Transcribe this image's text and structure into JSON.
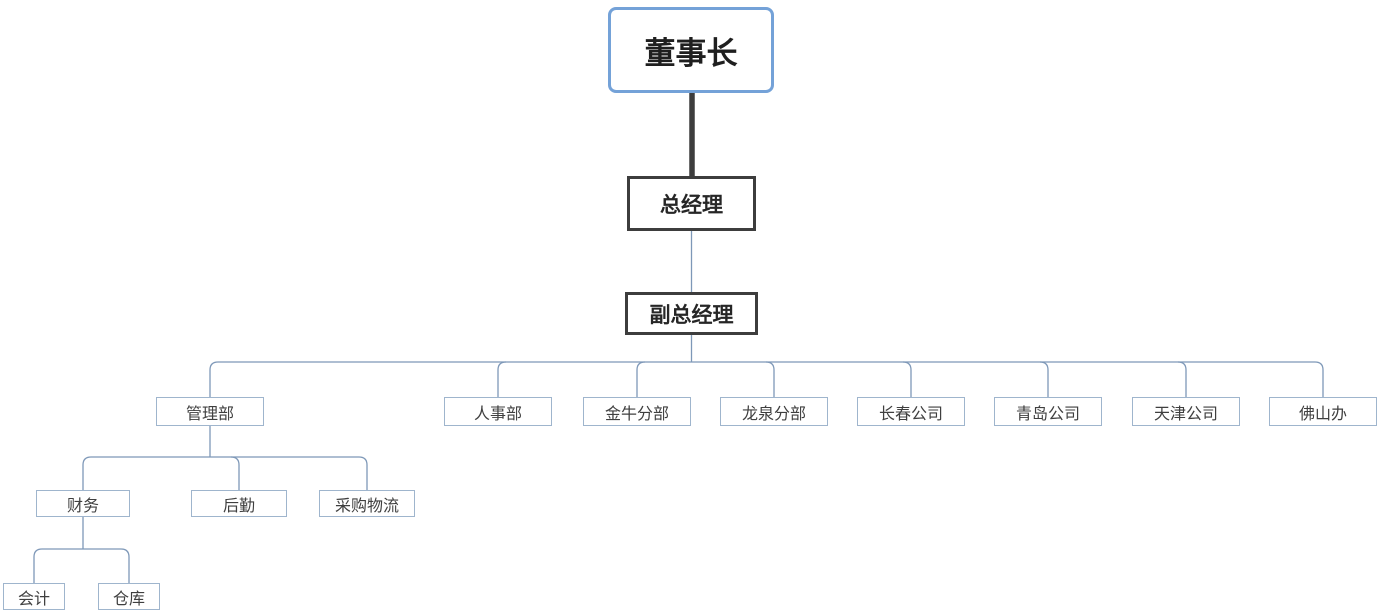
{
  "diagram": {
    "type": "org-chart",
    "nodes": {
      "chairman": {
        "label": "董事长"
      },
      "general_manager": {
        "label": "总经理"
      },
      "deputy_general_manager": {
        "label": "副总经理"
      },
      "management_dept": {
        "label": "管理部"
      },
      "hr_dept": {
        "label": "人事部"
      },
      "jinniu_branch": {
        "label": "金牛分部"
      },
      "longquan_branch": {
        "label": "龙泉分部"
      },
      "changchun_company": {
        "label": "长春公司"
      },
      "qingdao_company": {
        "label": "青岛公司"
      },
      "tianjin_company": {
        "label": "天津公司"
      },
      "foshan_office": {
        "label": "佛山办"
      },
      "finance": {
        "label": "财务"
      },
      "logistics": {
        "label": "后勤"
      },
      "procurement_logistics": {
        "label": "采购物流"
      },
      "accounting": {
        "label": "会计"
      },
      "warehouse": {
        "label": "仓库"
      }
    },
    "hierarchy": [
      {
        "parent": "chairman",
        "child": "general_manager"
      },
      {
        "parent": "general_manager",
        "child": "deputy_general_manager"
      },
      {
        "parent": "deputy_general_manager",
        "child": "management_dept"
      },
      {
        "parent": "deputy_general_manager",
        "child": "hr_dept"
      },
      {
        "parent": "deputy_general_manager",
        "child": "jinniu_branch"
      },
      {
        "parent": "deputy_general_manager",
        "child": "longquan_branch"
      },
      {
        "parent": "deputy_general_manager",
        "child": "changchun_company"
      },
      {
        "parent": "deputy_general_manager",
        "child": "qingdao_company"
      },
      {
        "parent": "deputy_general_manager",
        "child": "tianjin_company"
      },
      {
        "parent": "deputy_general_manager",
        "child": "foshan_office"
      },
      {
        "parent": "management_dept",
        "child": "finance"
      },
      {
        "parent": "management_dept",
        "child": "logistics"
      },
      {
        "parent": "management_dept",
        "child": "procurement_logistics"
      },
      {
        "parent": "finance",
        "child": "accounting"
      },
      {
        "parent": "finance",
        "child": "warehouse"
      }
    ],
    "colors": {
      "chairman_border": "#74a2d8",
      "manager_border": "#3d3d3d",
      "node_border": "#9fb5cd",
      "connector": "#7e98b8",
      "connector_thick": "#3d3d3d"
    }
  }
}
